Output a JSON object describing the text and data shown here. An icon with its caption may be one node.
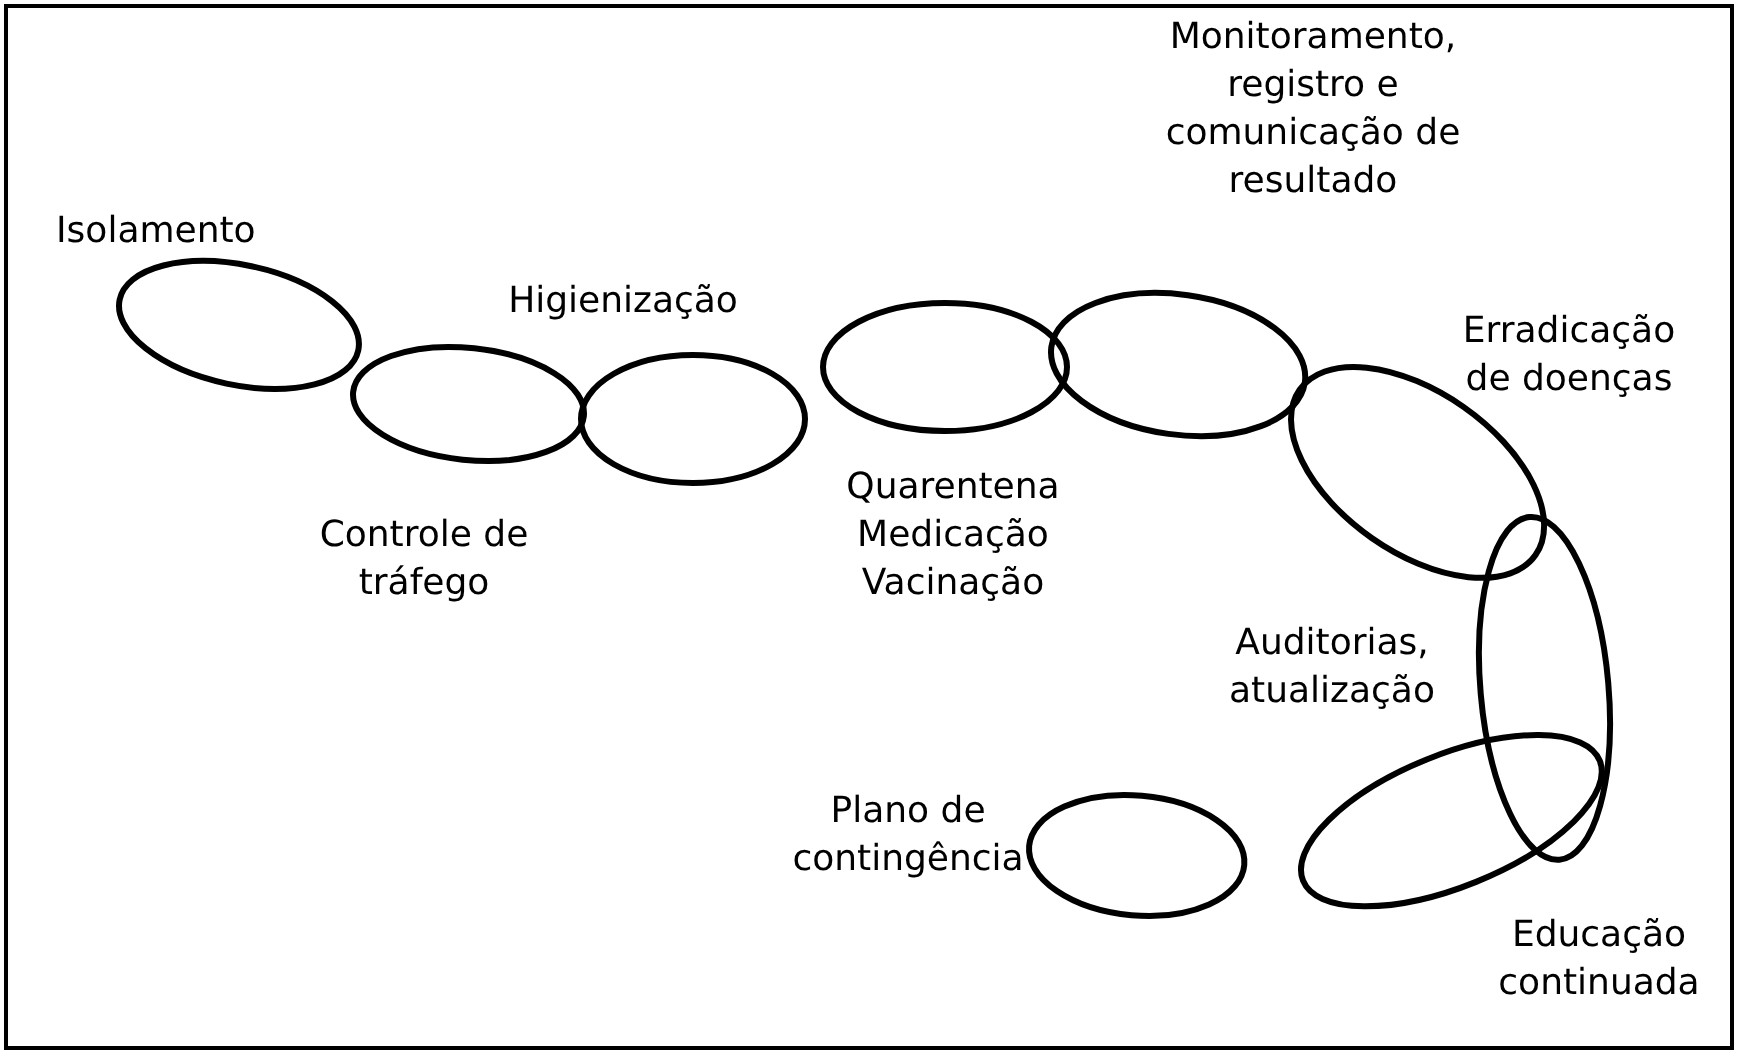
{
  "diagram": {
    "nodes": [
      {
        "text": [],
        "shape": "ellipse",
        "beside": [
          "Isolamento"
        ]
      },
      {
        "text": [],
        "shape": "ellipse",
        "beside": [
          "Controle de tráfego"
        ]
      },
      {
        "text": [],
        "shape": "ellipse",
        "beside": [
          "Higienização"
        ]
      },
      {
        "text": [],
        "shape": "ellipse",
        "beside": [
          "Quarentena Medicação Vacinação"
        ]
      },
      {
        "text": [],
        "shape": "ellipse",
        "beside": [
          "Monitoramento, registro e comunicação de resultado"
        ]
      },
      {
        "text": [],
        "shape": "ellipse",
        "beside": [
          "Erradicação de doenças"
        ]
      },
      {
        "text": [],
        "shape": "ellipse",
        "beside": [
          "Auditorias, atualização"
        ]
      },
      {
        "text": [],
        "shape": "ellipse",
        "beside": [
          "Educação continuada"
        ]
      },
      {
        "text": [],
        "shape": "ellipse",
        "beside": [
          "Plano de contingência"
        ]
      }
    ]
  }
}
